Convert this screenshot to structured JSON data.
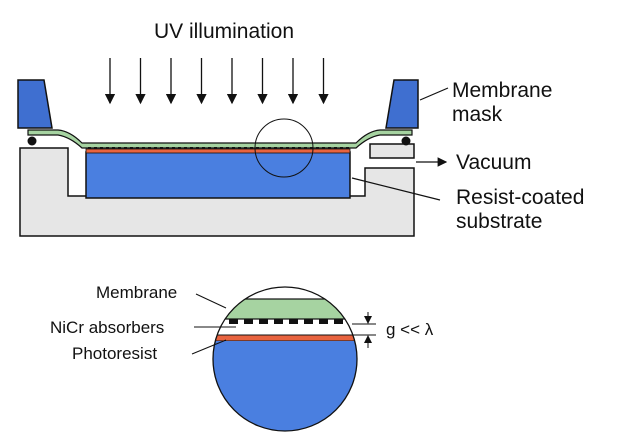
{
  "labels": {
    "uv": "UV illumination",
    "membrane_mask_line1": "Membrane",
    "membrane_mask_line2": "mask",
    "vacuum": "Vacuum",
    "substrate_line1": "Resist-coated",
    "substrate_line2": "substrate",
    "membrane": "Membrane",
    "nicr": "NiCr absorbers",
    "photoresist": "Photoresist",
    "gap": "g << λ"
  },
  "colors": {
    "substrate_blue": "#4a7fe0",
    "holder_gray": "#e6e6e6",
    "membrane_green": "#a6d3a1",
    "photoresist_red": "#e8633f",
    "mask_blue": "#3f6fd0",
    "outline": "#111111"
  },
  "uv_arrow_count": 8
}
